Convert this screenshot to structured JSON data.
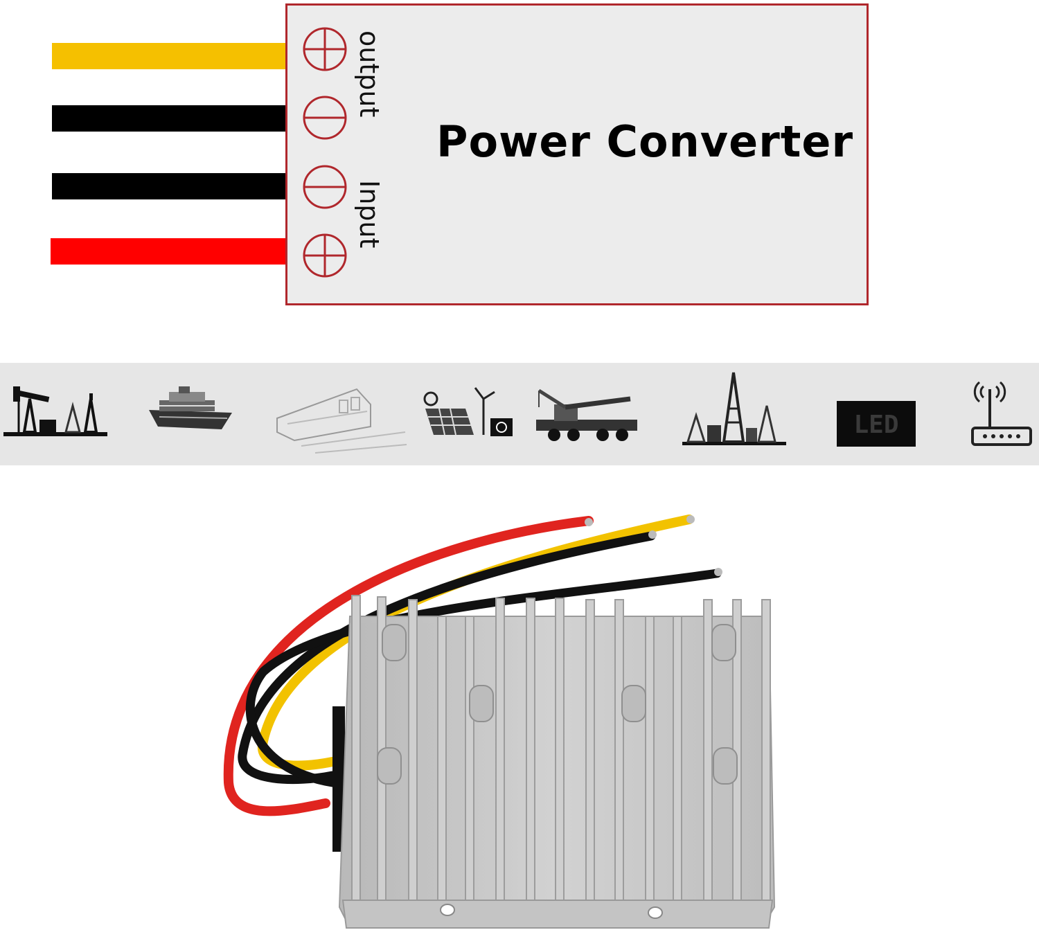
{
  "diagram": {
    "title": "Power Converter",
    "output_label": "output",
    "input_label": "Input",
    "border_color": "#b0272c",
    "wires": [
      {
        "name": "output-positive",
        "color": "#f5c000",
        "terminal": "+"
      },
      {
        "name": "output-negative",
        "color": "#000000",
        "terminal": "-"
      },
      {
        "name": "input-negative",
        "color": "#000000",
        "terminal": "-"
      },
      {
        "name": "input-positive",
        "color": "#ff0000",
        "terminal": "+"
      }
    ]
  },
  "applications": [
    {
      "icon": "oil-pump-icon"
    },
    {
      "icon": "ship-icon"
    },
    {
      "icon": "train-icon"
    },
    {
      "icon": "solar-wind-energy-icon"
    },
    {
      "icon": "crane-truck-icon"
    },
    {
      "icon": "oil-refinery-icon"
    },
    {
      "icon": "led-display-icon",
      "text": "LED"
    },
    {
      "icon": "wifi-router-icon"
    }
  ],
  "product": {
    "icon": "power-converter-module-icon",
    "cable_colors": [
      "#e0241f",
      "#f2c200",
      "#111111",
      "#111111"
    ],
    "body_color": "#c8c8c8"
  }
}
